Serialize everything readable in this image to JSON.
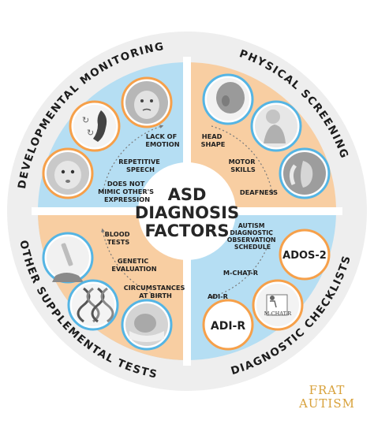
{
  "center": {
    "line1": "ASD",
    "line2": "DIAGNOSIS",
    "line3": "FACTORS"
  },
  "quadrants": {
    "developmental": {
      "title": "DEVELOPMENTAL MONITORING",
      "color": "#b5def3",
      "items": [
        {
          "lines": [
            "LACK OF",
            "EMOTION"
          ]
        },
        {
          "lines": [
            "REPETITIVE",
            "SPEECH"
          ]
        },
        {
          "lines": [
            "DOES NOT",
            "MIMIC OTHER'S",
            "EXPRESSION"
          ]
        }
      ]
    },
    "physical": {
      "title": "PHYSICAL SCREENING",
      "color": "#f8cea2",
      "items": [
        {
          "lines": [
            "HEAD",
            "SHAPE"
          ]
        },
        {
          "lines": [
            "MOTOR",
            "SKILLS"
          ]
        },
        {
          "lines": [
            "DEAFNESS"
          ]
        }
      ]
    },
    "supplemental": {
      "title": "OTHER SUPPLEMENTAL TESTS",
      "color": "#f8cea2",
      "items": [
        {
          "lines": [
            "BLOOD",
            "TESTS"
          ]
        },
        {
          "lines": [
            "GENETIC",
            "EVALUATION"
          ]
        },
        {
          "lines": [
            "CIRCUMSTANCES",
            "AT BIRTH"
          ]
        }
      ]
    },
    "checklists": {
      "title": "DIAGNOSTIC CHECKLISTS",
      "color": "#b5def3",
      "items": [
        {
          "lines": [
            "AUTISM",
            "DIAGNOSTIC",
            "OBSERVATION",
            "SCHEDULE"
          ]
        },
        {
          "lines": [
            "M-CHAT-R"
          ]
        },
        {
          "lines": [
            "ADI-R"
          ]
        }
      ],
      "circles": {
        "ados": "ADOS-2",
        "mchat": "M-CHAT-R",
        "adir": "ADI-R"
      }
    }
  },
  "colors": {
    "orange": "#f6a04a",
    "blue": "#55b5e4",
    "outer_ring": "#eeeeee",
    "dark_text": "#1f1f1f"
  },
  "brand": {
    "line1": "FRAT",
    "line2": "AUTISM",
    "color": "#d8a13a"
  }
}
